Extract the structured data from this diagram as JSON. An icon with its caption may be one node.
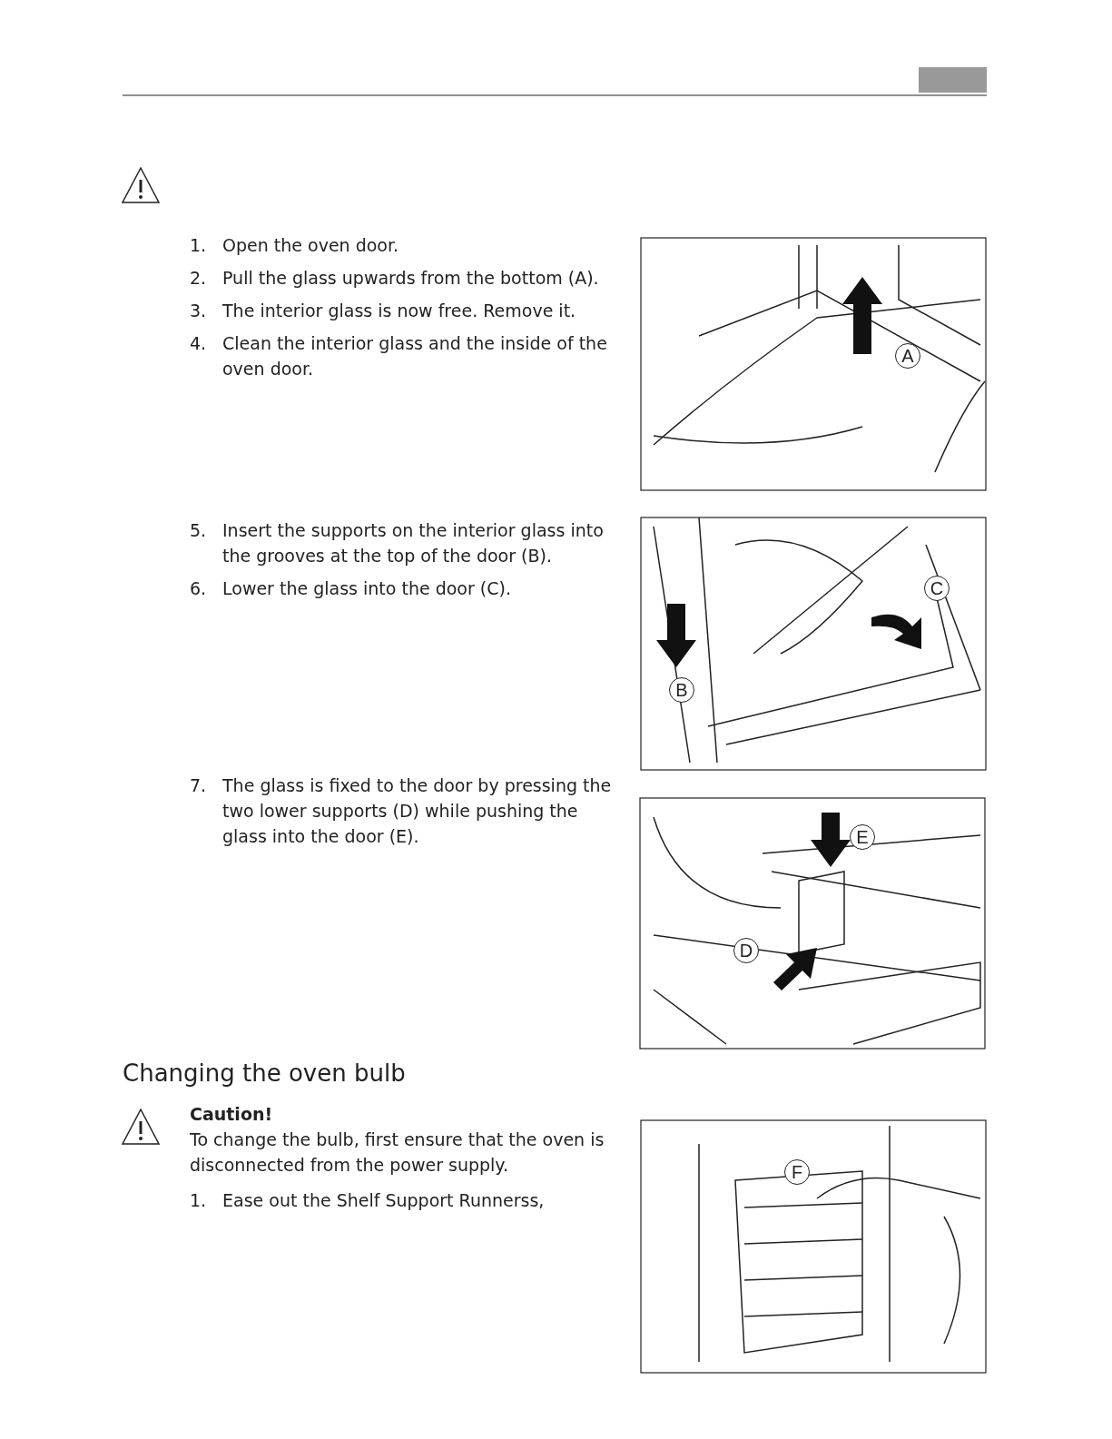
{
  "diagram": {
    "labels": [
      "1.",
      "Open the oven door.",
      "2.",
      "Pull the glass upwards from the bottom (A).",
      "3.",
      "The interior glass is now free. Remove it.",
      "4.",
      "Clean the interior glass and the inside of the oven door.",
      "A",
      "5.",
      "Insert the supports on the interior glass into the grooves at the top of the door (B).",
      "6.",
      "Lower the glass into the door (C).",
      "C",
      "B",
      "7.",
      "The glass is fixed to the door by pressing the two lower supports (D) while pushing the glass into the door (E).",
      "E",
      "D",
      "Changing the oven bulb",
      "Caution!",
      "To change the bulb, first ensure that the oven is disconnected from the power supply.",
      "1.",
      "Ease out the Shelf Support Runnerss,",
      "F"
    ]
  }
}
